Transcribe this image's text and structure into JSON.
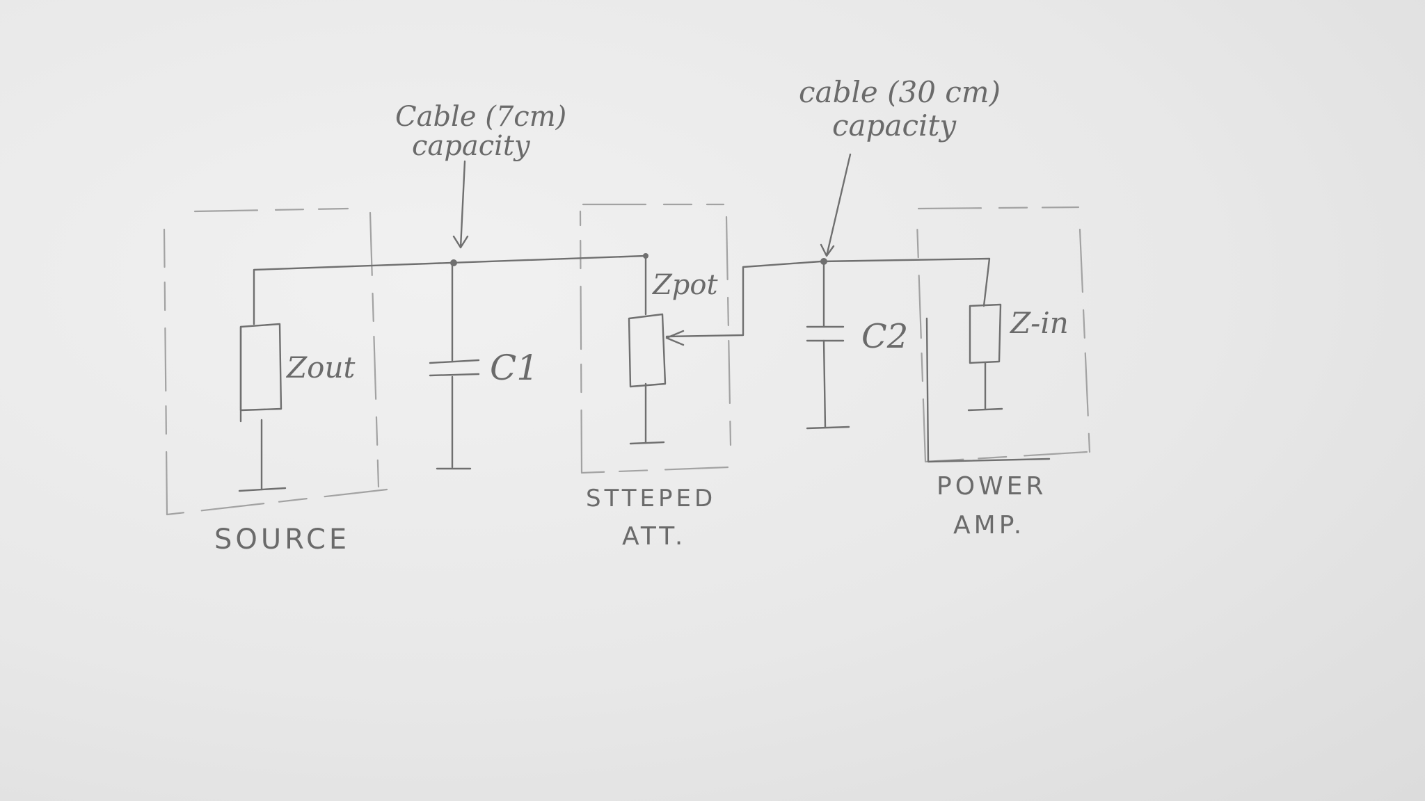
{
  "labels": {
    "cable1_line1": "Cable (7cm)",
    "cable1_line2": "capacity",
    "cable2_line1": "cable (30 cm)",
    "cable2_line2": "capacity",
    "zout": "Zout",
    "c1": "C1",
    "zpot": "Zpot",
    "c2": "C2",
    "zin": "Z-in",
    "source": "SOURCE",
    "att_line1": "STTEPED",
    "att_line2": "ATT.",
    "amp_line1": "POWER",
    "amp_line2": "AMP."
  }
}
